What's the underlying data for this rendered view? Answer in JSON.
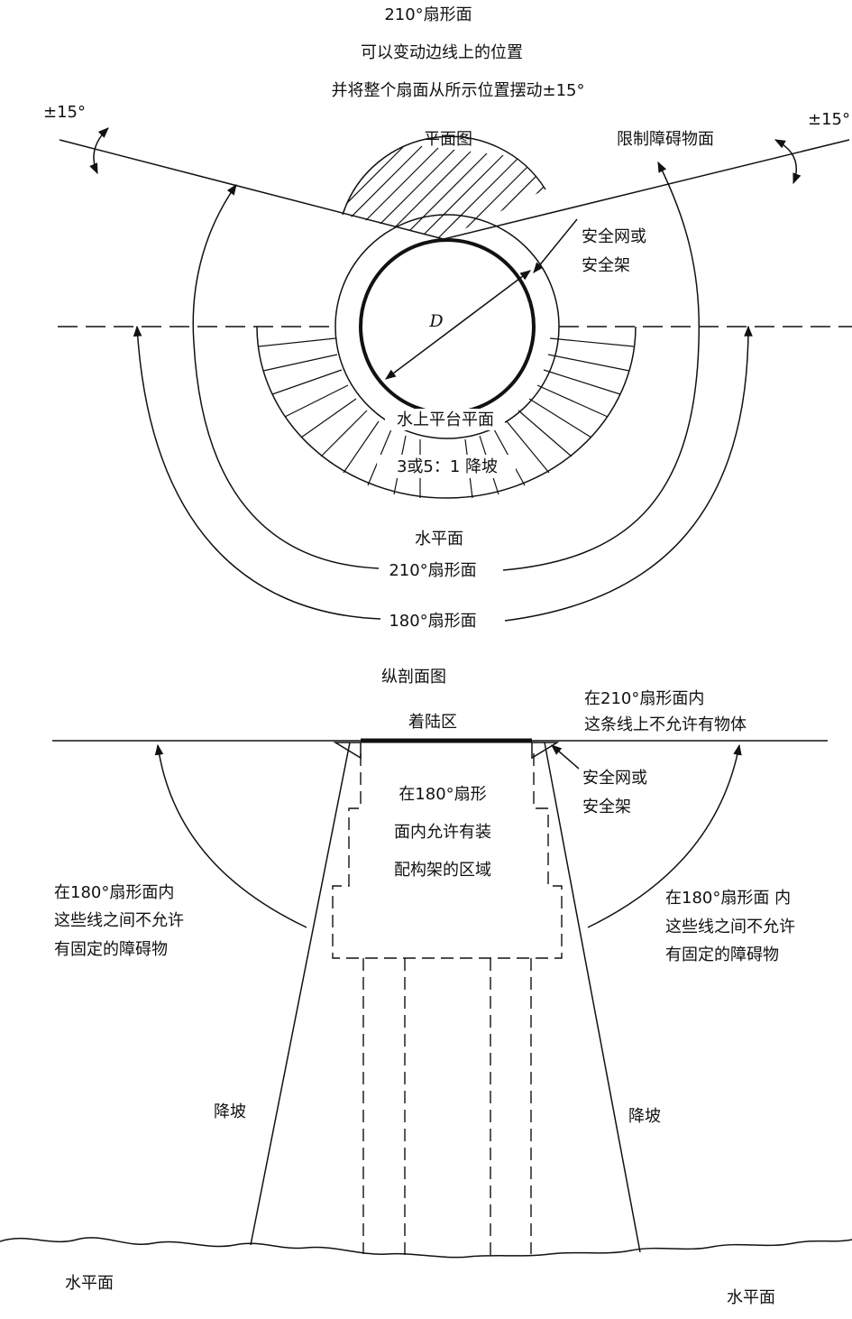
{
  "plan": {
    "header_line1": "210°扇形面",
    "header_line2": "可以变动边线上的位置",
    "header_line3": "并将整个扇面从所示位置摆动±15°",
    "swing_left": "±15°",
    "swing_right": "±15°",
    "view_title": "平面图",
    "obstacle_surface": "限制障碍物面",
    "safety_net_line1": "安全网或",
    "safety_net_line2": "安全架",
    "diameter": "D",
    "deck_plane": "水上平台平面",
    "slope_ratio": "3或5：1 降坡",
    "horizontal": "水平面",
    "sector_210": "210°扇形面",
    "sector_180": "180°扇形面"
  },
  "section": {
    "view_title": "纵剖面图",
    "landing_zone": "着陆区",
    "note_210_line1": "在210°扇形面内",
    "note_210_line2": "这条线上不允许有物体",
    "safety_net_line1": "安全网或",
    "safety_net_line2": "安全架",
    "mount_line1": "在180°扇形",
    "mount_line2": "面内允许有装",
    "mount_line3": "配构架的区域",
    "left_note_line1": "在180°扇形面内",
    "left_note_line2": "这些线之间不允许",
    "left_note_line3": "有固定的障碍物",
    "right_note_line1": "在180°扇形面 内",
    "right_note_line2": "这些线之间不允许",
    "right_note_line3": "有固定的障碍物",
    "slope_left": "降坡",
    "slope_right": "降坡",
    "water_left": "水平面",
    "water_right": "水平面"
  }
}
